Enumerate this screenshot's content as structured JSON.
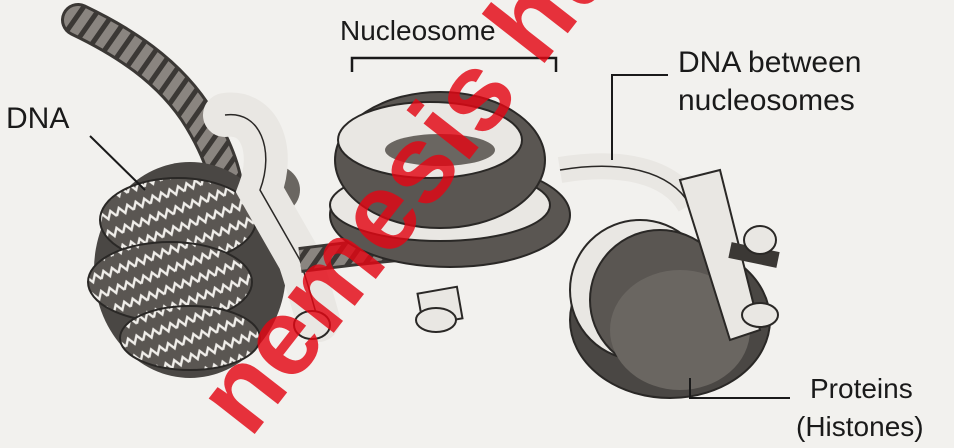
{
  "labels": {
    "nucleosome": "Nucleosome",
    "dna": "DNA",
    "dna_between_line1": "DNA between",
    "dna_between_line2": "nucleosomes",
    "proteins_line1": "Proteins",
    "proteins_line2": "(Histones)"
  },
  "watermark": "nemesis hub",
  "colors": {
    "background": "#f2f1ee",
    "ink": "#1a1a1a",
    "histone_dark": "#5a5652",
    "histone_light": "#e9e7e3",
    "watermark": "#e30613"
  }
}
